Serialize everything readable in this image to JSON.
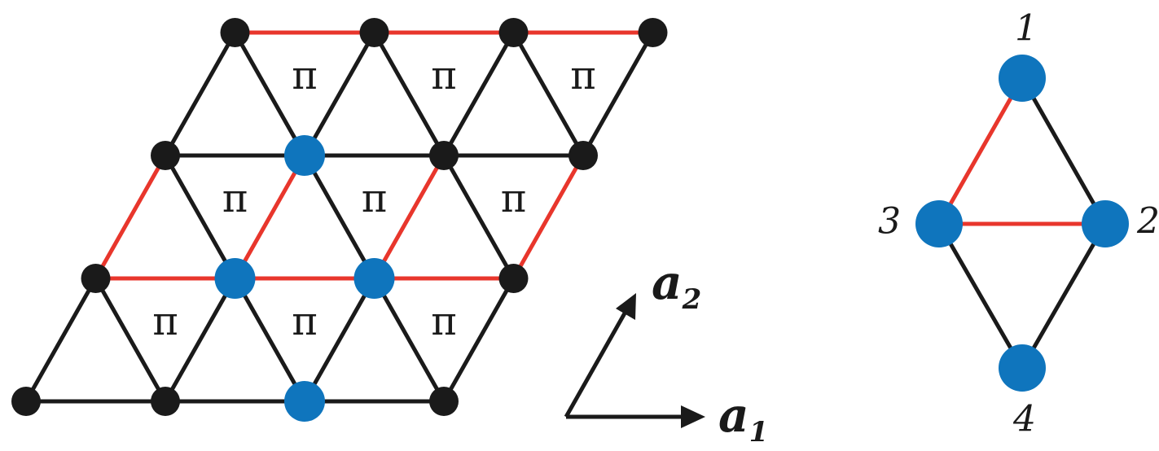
{
  "lattice": {
    "plaquette_symbol": "π",
    "plaquette_count": 9
  },
  "vectors": {
    "a1": {
      "letter": "a",
      "sub": "1"
    },
    "a2": {
      "letter": "a",
      "sub": "2"
    }
  },
  "cluster": {
    "site_labels": [
      "1",
      "2",
      "3",
      "4"
    ]
  },
  "colors": {
    "bond_default": "#1a1a1a",
    "bond_pi_flux": "#e8362c",
    "site_default": "#1a1a1a",
    "site_highlight": "#0f75bd"
  }
}
